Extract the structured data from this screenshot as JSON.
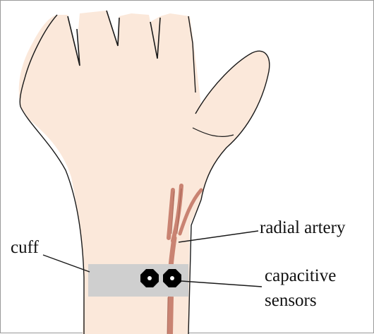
{
  "labels": {
    "cuff": "cuff",
    "radial_artery": "radial artery",
    "capacitive_line1": "capacitive",
    "capacitive_line2": "sensors"
  },
  "colors": {
    "skin": "#fbe8da",
    "outline": "#1a1a1a",
    "artery": "#c98372",
    "artery_dark": "#8e4a3c",
    "cuff": "#cfcfcf",
    "sensor": "#000000",
    "border": "#9a9a9a"
  }
}
